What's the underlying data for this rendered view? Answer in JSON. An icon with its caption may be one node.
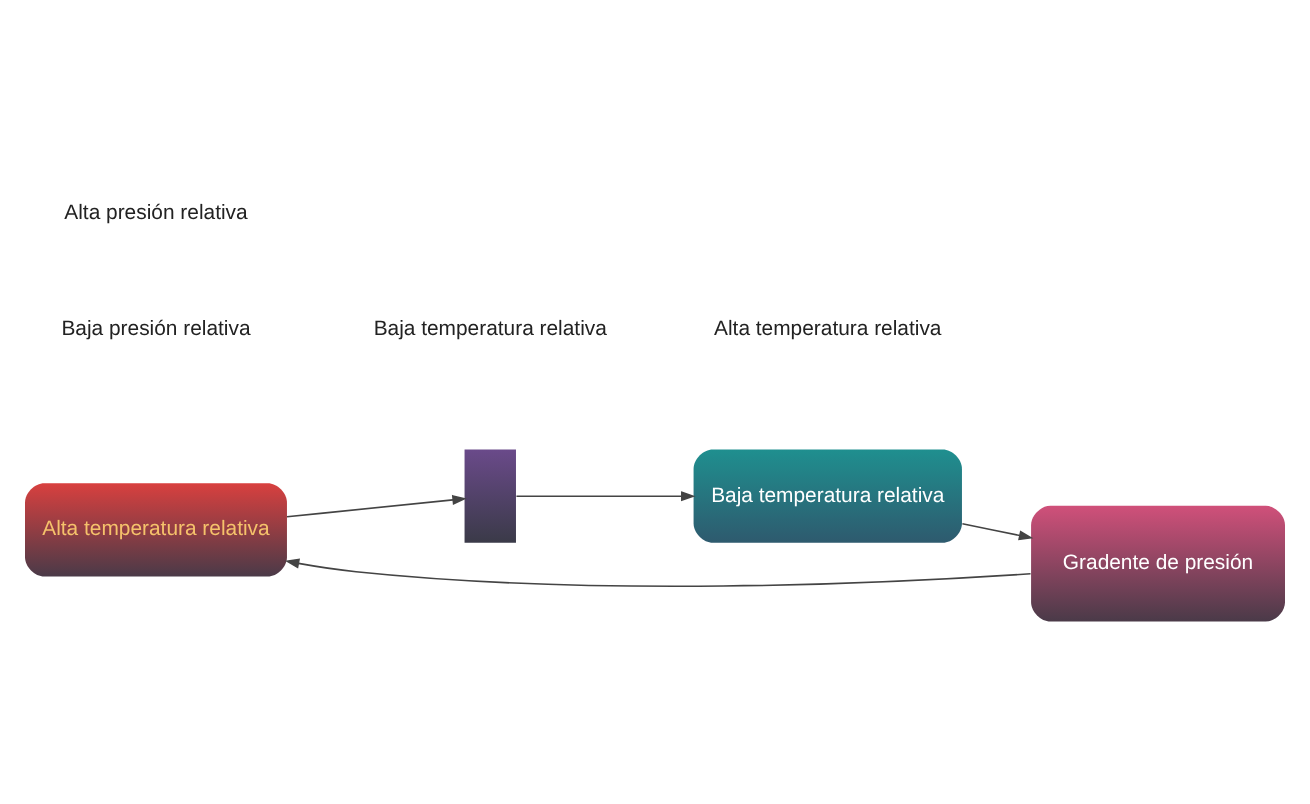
{
  "diagram": {
    "nodes": [
      {
        "text": [
          "Alta temperatura relativa"
        ]
      },
      {
        "text": [],
        "shape": "box"
      },
      {
        "text": [
          "Gradente de presión"
        ]
      },
      {
        "text": [
          "Baja temperatura relativa"
        ]
      }
    ],
    "edges": [
      {
        "from": 0,
        "to": 1,
        "arrow": "to"
      },
      {
        "from": 1,
        "to": 3,
        "arrow": "to"
      },
      {
        "from": 3,
        "to": 2,
        "arrow": "to"
      },
      {
        "from": 2,
        "to": 0,
        "arrow": "to"
      }
    ],
    "labels": [
      "Alta presión relativa",
      "Baja presión relativa",
      "Baja temperatura relativa",
      "Alta temperatura relativa"
    ]
  }
}
